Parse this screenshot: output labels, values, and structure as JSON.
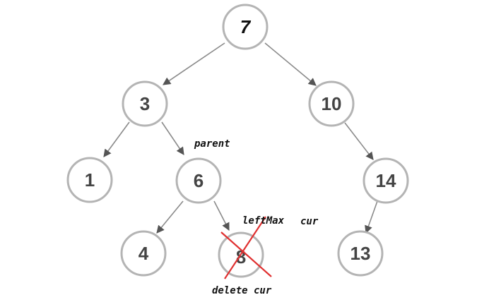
{
  "nodes": [
    {
      "id": "n7",
      "label": "7"
    },
    {
      "id": "n3",
      "label": "3"
    },
    {
      "id": "n10",
      "label": "10"
    },
    {
      "id": "n1",
      "label": "1"
    },
    {
      "id": "n6",
      "label": "6"
    },
    {
      "id": "n14",
      "label": "14"
    },
    {
      "id": "n4",
      "label": "4"
    },
    {
      "id": "n8",
      "label": "8"
    },
    {
      "id": "n13",
      "label": "13"
    }
  ],
  "edges": [
    {
      "from": "7",
      "to": "3"
    },
    {
      "from": "7",
      "to": "10"
    },
    {
      "from": "3",
      "to": "1"
    },
    {
      "from": "3",
      "to": "6"
    },
    {
      "from": "10",
      "to": "14"
    },
    {
      "from": "6",
      "to": "4"
    },
    {
      "from": "6",
      "to": "8"
    },
    {
      "from": "14",
      "to": "13"
    }
  ],
  "annotations": {
    "parent": "parent",
    "left_max": "leftMax",
    "cur": "cur",
    "delete_cur": "delete cur"
  },
  "colors": {
    "cross": "#e03030",
    "node_border": "#b4b4b4"
  }
}
